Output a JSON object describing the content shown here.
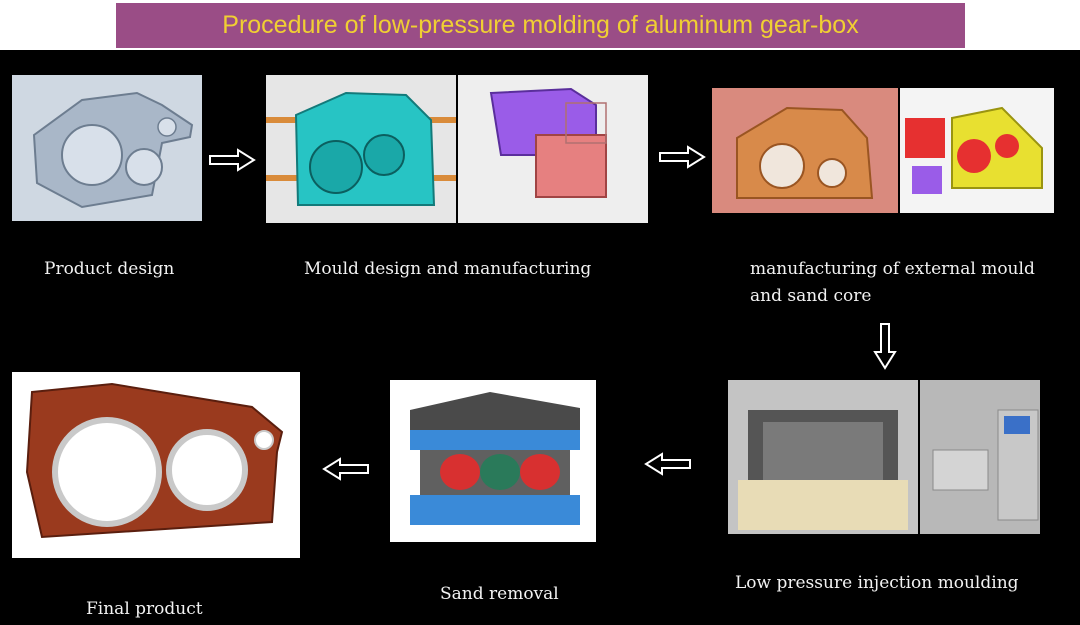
{
  "title": "Procedure of low-pressure molding of aluminum gear-box",
  "steps": [
    {
      "id": "product-design",
      "label": "Product design"
    },
    {
      "id": "mould-design",
      "label": "Mould design and manufacturing"
    },
    {
      "id": "external-mould",
      "label_line1": "manufacturing of external mould",
      "label_line2": "and sand core"
    },
    {
      "id": "injection",
      "label": "Low pressure injection moulding"
    },
    {
      "id": "sand-removal",
      "label": "Sand removal"
    },
    {
      "id": "final-product",
      "label": "Final product"
    }
  ],
  "colors": {
    "background": "#000000",
    "title_band": "#9a4d86",
    "title_text": "#f0cf33",
    "label_text": "#f2f2f2",
    "arrow": "#ffffff"
  },
  "icons": [
    "arrow-right-icon",
    "arrow-down-icon",
    "arrow-left-icon"
  ]
}
